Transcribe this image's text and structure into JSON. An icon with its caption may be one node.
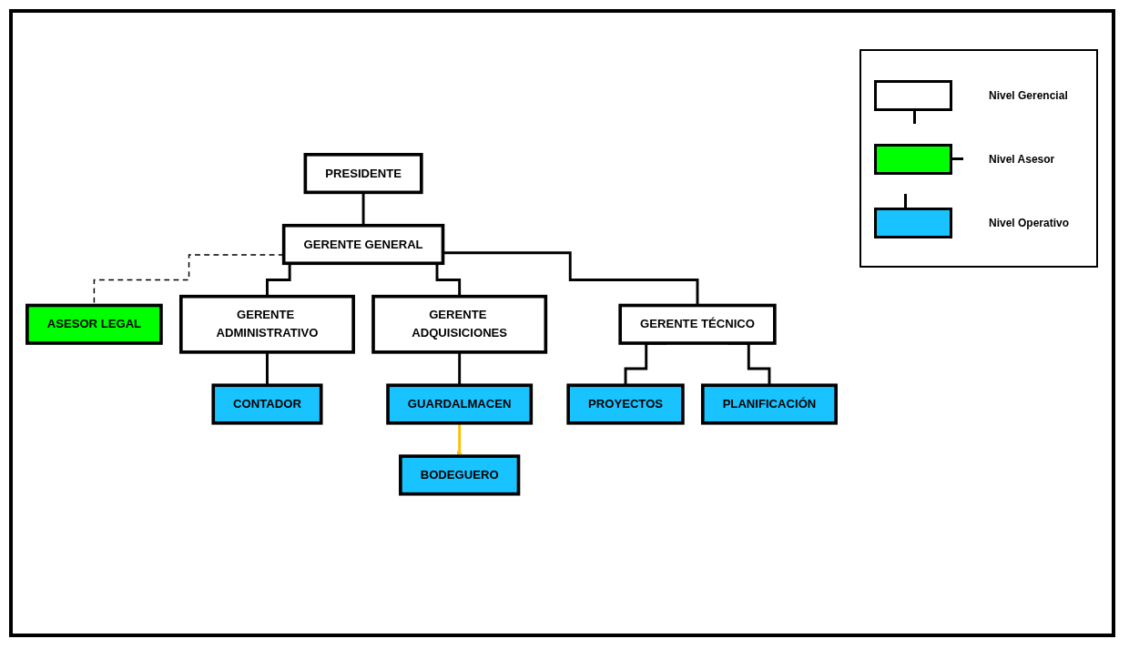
{
  "diagram": {
    "nodes": [
      {
        "text": [
          "PRESIDENTE"
        ]
      },
      {
        "text": [
          "GERENTE GENERAL"
        ]
      },
      {
        "text": [
          "ASESOR LEGAL"
        ]
      },
      {
        "text": [
          "GERENTE ADMINISTRATIVO"
        ]
      },
      {
        "text": [
          "GERENTE ADQUISICIONES"
        ]
      },
      {
        "text": [
          "GERENTE TÉCNICO"
        ]
      },
      {
        "text": [
          "CONTADOR"
        ]
      },
      {
        "text": [
          "GUARDALMACEN"
        ]
      },
      {
        "text": [
          "BODEGUERO"
        ]
      },
      {
        "text": [
          "PROYECTOS"
        ]
      },
      {
        "text": [
          "PLANIFICACIÓN"
        ]
      }
    ],
    "edges": [
      {
        "from": 0,
        "to": 1,
        "arrow": "none"
      },
      {
        "from": 1,
        "to": 2,
        "arrow": "none",
        "style": "dashed"
      },
      {
        "from": 1,
        "to": 3,
        "arrow": "none"
      },
      {
        "from": 1,
        "to": 4,
        "arrow": "none"
      },
      {
        "from": 1,
        "to": 5,
        "arrow": "none"
      },
      {
        "from": 3,
        "to": 6,
        "arrow": "none"
      },
      {
        "from": 4,
        "to": 7,
        "arrow": "none"
      },
      {
        "from": 7,
        "to": 8,
        "arrow": "to",
        "color": "#ffc000"
      },
      {
        "from": 5,
        "to": 9,
        "arrow": "none"
      },
      {
        "from": 5,
        "to": 10,
        "arrow": "none"
      }
    ],
    "legend": [
      {
        "text": "Nivel Gerencial",
        "color": "#ffffff"
      },
      {
        "text": "Nivel Asesor",
        "color": "#00ff00"
      },
      {
        "text": "Nivel Operativo",
        "color": "#19c3ff"
      }
    ]
  }
}
